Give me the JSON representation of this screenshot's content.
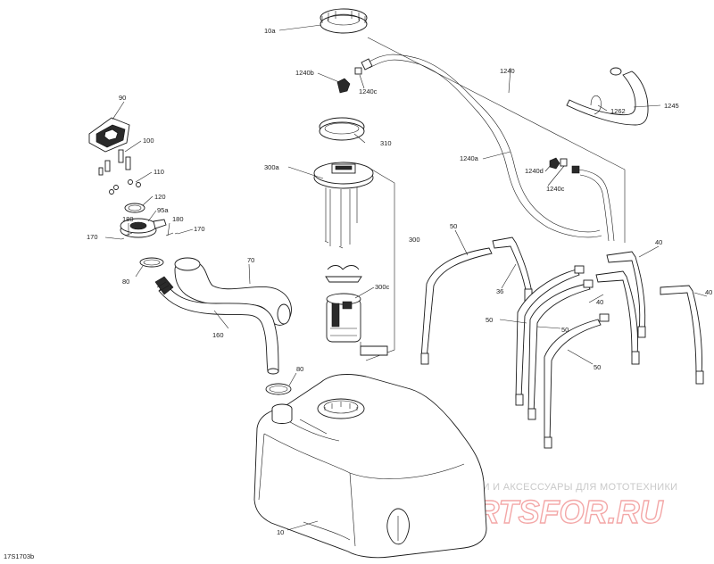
{
  "callouts": {
    "c10a": "10a",
    "c1240b": "1240b",
    "c1240c_top": "1240c",
    "c1240": "1240",
    "c1245": "1245",
    "c1262": "1262",
    "c310": "310",
    "c90": "90",
    "c100": "100",
    "c110": "110",
    "c120": "120",
    "c95a": "95a",
    "c180_left": "180",
    "c180_right": "180",
    "c170_left": "170",
    "c170_right": "170",
    "c80_top": "80",
    "c70": "70",
    "c160": "160",
    "c300a": "300a",
    "c300": "300",
    "c300c": "300c",
    "c1240a": "1240a",
    "c1240d": "1240d",
    "c1240c_mid": "1240c",
    "c50_a": "50",
    "c36": "36",
    "c50_b": "50",
    "c50_c": "50",
    "c50_d": "50",
    "c40_a": "40",
    "c40_b": "40",
    "c40_c": "40",
    "c80_bottom": "80",
    "c10": "10"
  },
  "figure_code": "17S1703b",
  "watermark": {
    "tagline": "ЗАПЧАСТИ И АКСЕССУАРЫ ДЛЯ МОТОТЕХНИКИ",
    "logo": "PARTSFOR.RU"
  }
}
